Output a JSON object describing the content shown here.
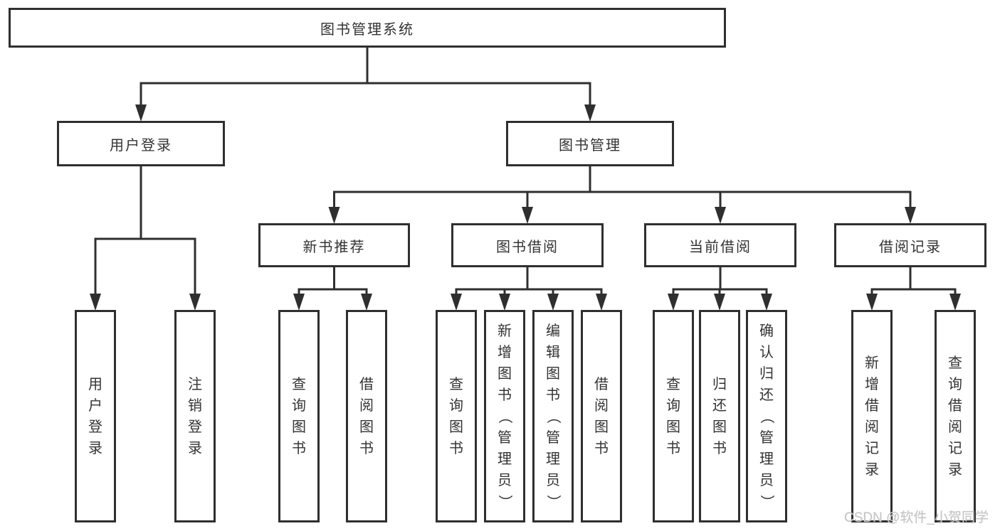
{
  "diagram": {
    "type": "tree",
    "title": "图书管理系统",
    "colors": {
      "line": "#2f2f2f",
      "box_border": "#2f2f2f",
      "text": "#333333",
      "background": "#ffffff",
      "watermark": "#c6c6c6"
    },
    "root": {
      "id": "root",
      "label": "图书管理系统",
      "orientation": "horizontal",
      "children": [
        {
          "id": "user-login",
          "label": "用户登录",
          "orientation": "horizontal",
          "children": [
            {
              "id": "user-login-op",
              "label": "用户登录",
              "orientation": "vertical"
            },
            {
              "id": "logout-op",
              "label": "注销登录",
              "orientation": "vertical"
            }
          ]
        },
        {
          "id": "book-mgmt",
          "label": "图书管理",
          "orientation": "horizontal",
          "children": [
            {
              "id": "new-book-rec",
              "label": "新书推荐",
              "orientation": "horizontal",
              "children": [
                {
                  "id": "nbr-query",
                  "label": "查询图书",
                  "orientation": "vertical"
                },
                {
                  "id": "nbr-borrow",
                  "label": "借阅图书",
                  "orientation": "vertical"
                }
              ]
            },
            {
              "id": "book-borrow",
              "label": "图书借阅",
              "orientation": "horizontal",
              "children": [
                {
                  "id": "bb-query",
                  "label": "查询图书",
                  "orientation": "vertical"
                },
                {
                  "id": "bb-add",
                  "label": "新增图书（管理员）",
                  "orientation": "vertical"
                },
                {
                  "id": "bb-edit",
                  "label": "编辑图书（管理员）",
                  "orientation": "vertical"
                },
                {
                  "id": "bb-borrow",
                  "label": "借阅图书",
                  "orientation": "vertical"
                }
              ]
            },
            {
              "id": "current-borrow",
              "label": "当前借阅",
              "orientation": "horizontal",
              "children": [
                {
                  "id": "cb-query",
                  "label": "查询图书",
                  "orientation": "vertical"
                },
                {
                  "id": "cb-return",
                  "label": "归还图书",
                  "orientation": "vertical"
                },
                {
                  "id": "cb-confirm",
                  "label": "确认归还（管理员）",
                  "orientation": "vertical"
                }
              ]
            },
            {
              "id": "borrow-records",
              "label": "借阅记录",
              "orientation": "horizontal",
              "children": [
                {
                  "id": "br-add",
                  "label": "新增借阅记录",
                  "orientation": "vertical"
                },
                {
                  "id": "br-query",
                  "label": "查询借阅记录",
                  "orientation": "vertical"
                }
              ]
            }
          ]
        }
      ]
    },
    "watermark": {
      "text": "CSDN @软件_小贺同学"
    }
  }
}
